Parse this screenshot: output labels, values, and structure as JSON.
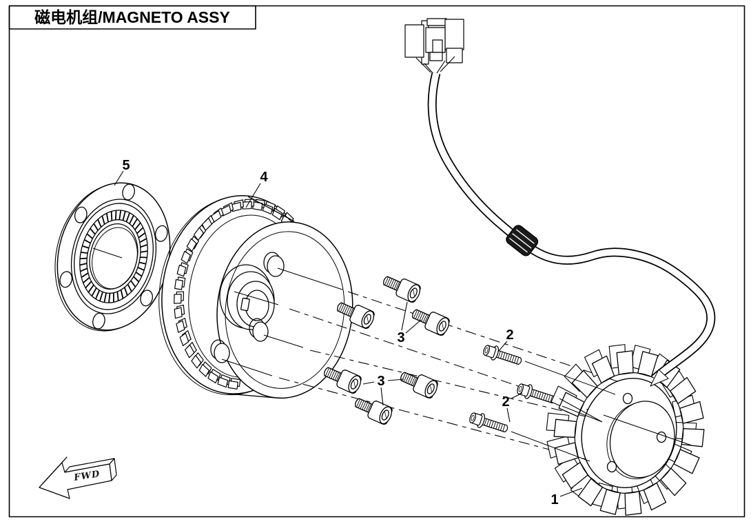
{
  "page": {
    "title": "磁电机组/MAGNETO ASSY"
  },
  "diagram": {
    "fwd_label": "FWD",
    "callouts": [
      {
        "part": "5"
      },
      {
        "part": "4"
      },
      {
        "part": "3"
      },
      {
        "part": "3"
      },
      {
        "part": "2"
      },
      {
        "part": "2"
      },
      {
        "part": "1"
      }
    ]
  },
  "colors": {
    "ink": "#000000",
    "paper": "#ffffff"
  }
}
